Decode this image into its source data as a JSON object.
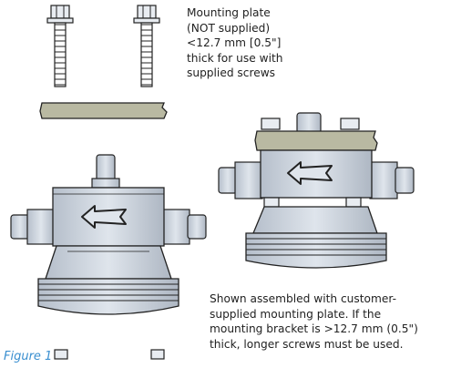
{
  "captions": {
    "plate_lines": [
      "Mounting plate",
      "(NOT supplied)",
      "<12.7 mm [0.5\"]",
      "thick for use with",
      "supplied screws"
    ],
    "assembled_lines": [
      "Shown assembled with customer-",
      "supplied mounting plate. If the",
      "mounting bracket is >12.7 mm (0.5\")",
      "thick, longer screws must be used."
    ]
  },
  "figure_label": "Figure 1",
  "colors": {
    "body_fill": "#cfd6e0",
    "body_dark": "#aab3c0",
    "plate_fill": "#b9b9a2",
    "outline": "#222222",
    "label_blue": "#3a8fd0"
  },
  "icons": [
    "arrow-left-icon"
  ]
}
